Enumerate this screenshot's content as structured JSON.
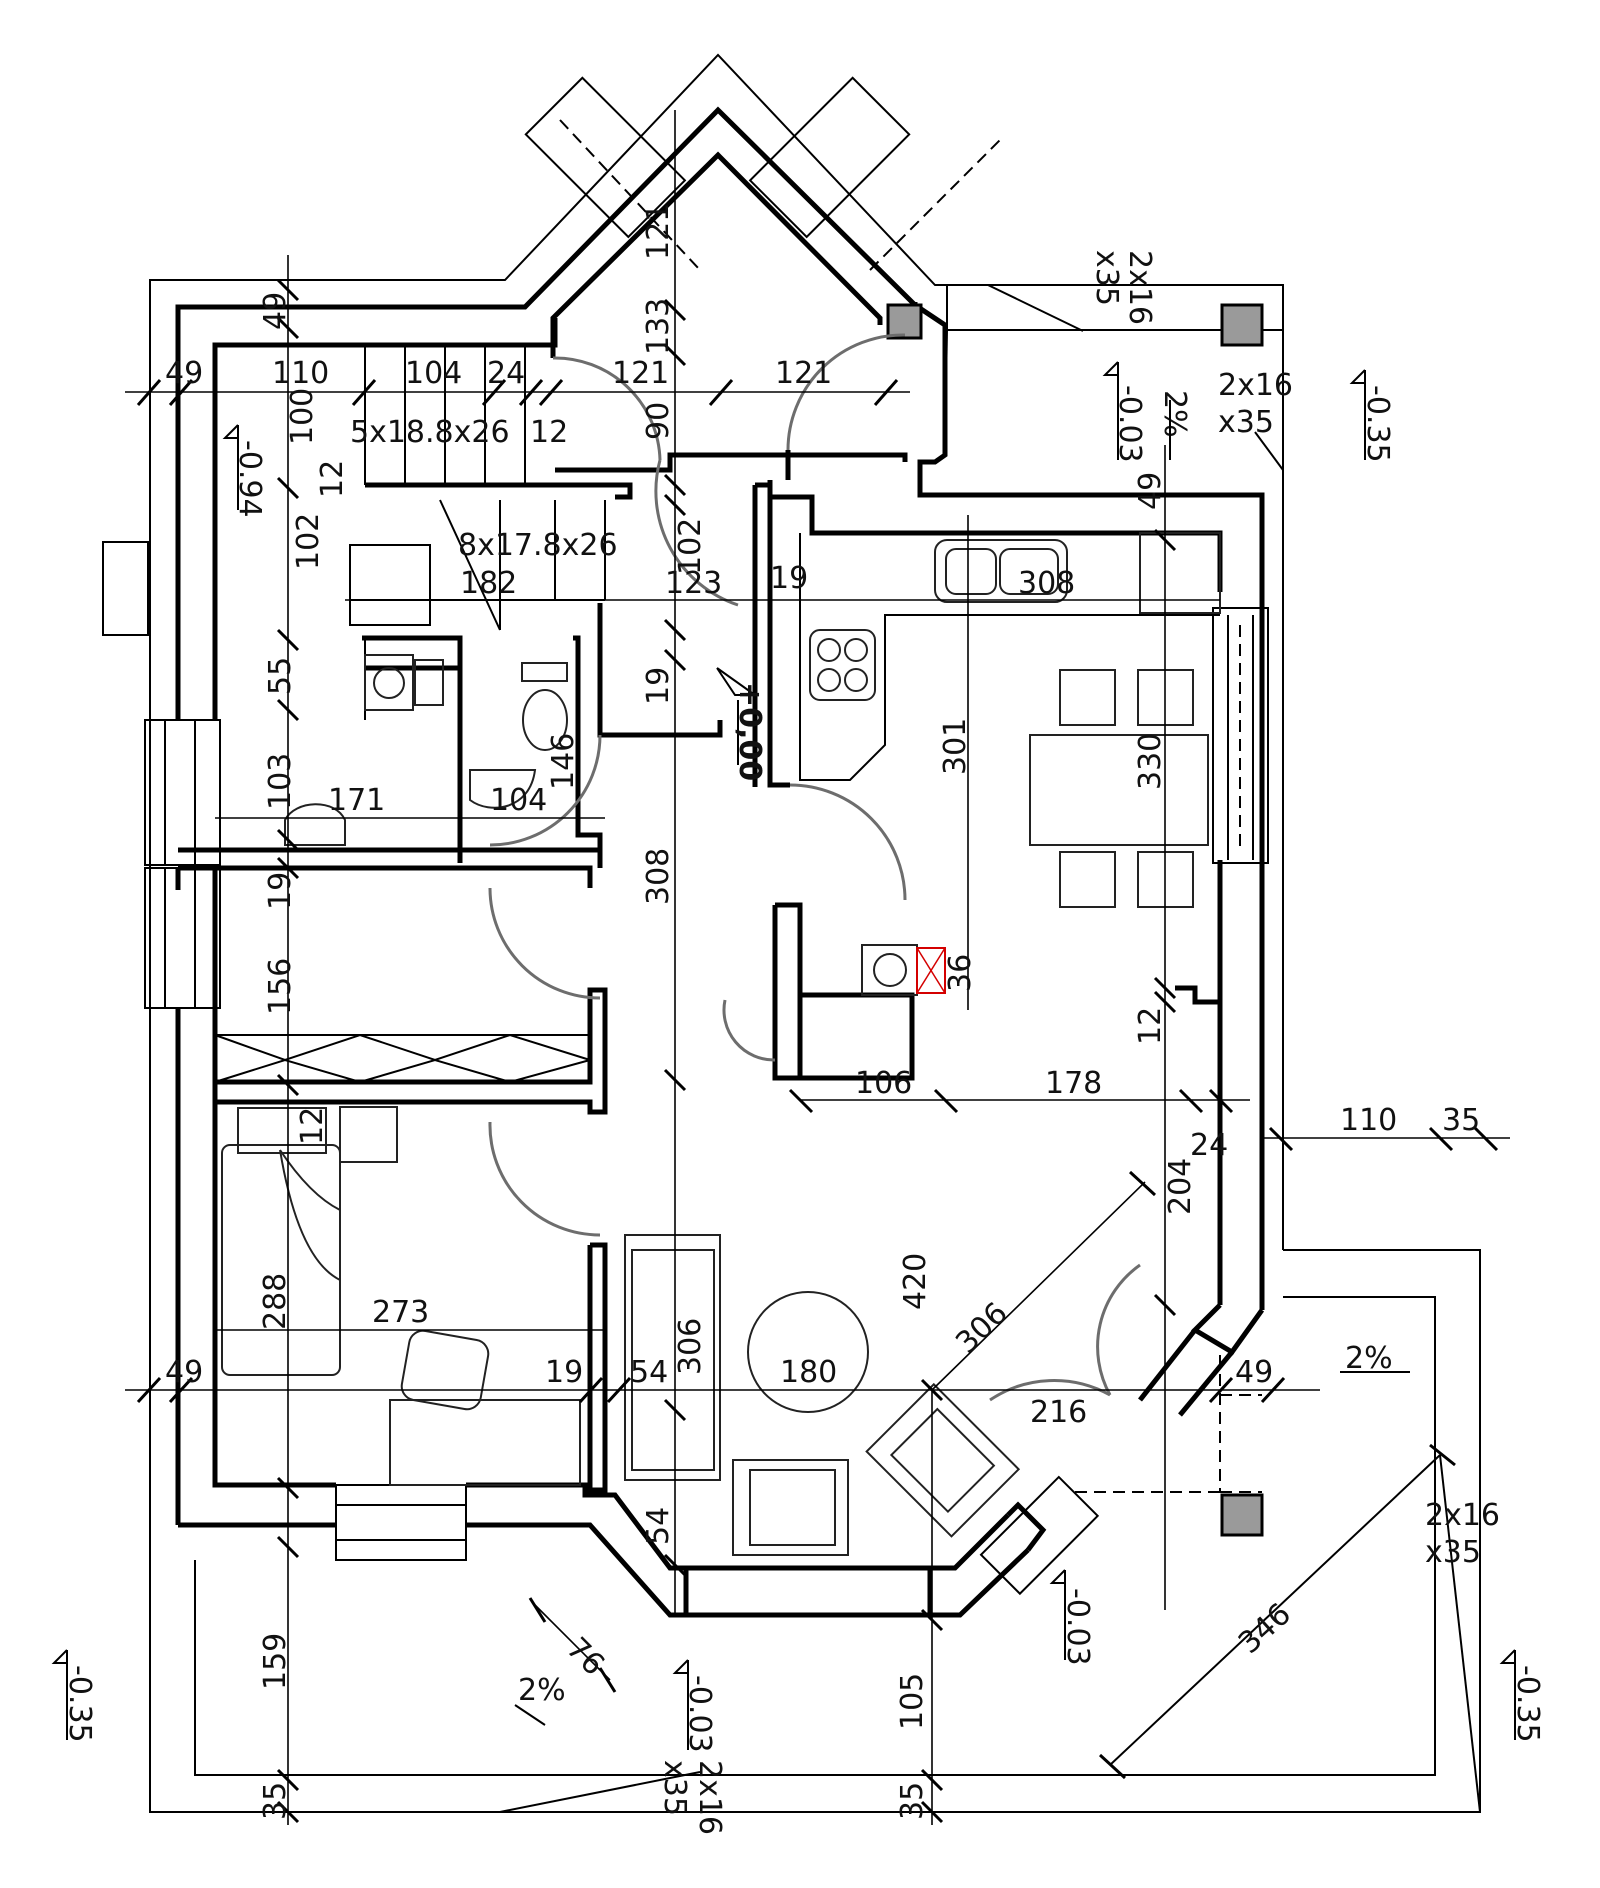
{
  "plan": {
    "dimensions": {
      "d_49_left": "49",
      "d_110_top": "110",
      "d_104_top": "104",
      "d_24_top": "24",
      "d_121_a": "121",
      "d_121_b": "121",
      "d_121_bay": "121",
      "d_133": "133",
      "d_49_top": "49",
      "d_90": "90",
      "d_100": "100",
      "d_12_a": "12",
      "d_12_b": "12",
      "d_102_a": "102",
      "d_102_b": "102",
      "d_182": "182",
      "d_123": "123",
      "d_19_a": "19",
      "d_19_b": "19",
      "d_19_c": "19",
      "d_19_d": "19",
      "d_308_kitchen": "308",
      "d_49_kitchen": "49",
      "d_55": "55",
      "d_103": "103",
      "d_171": "171",
      "d_104_wc": "104",
      "d_146": "146",
      "d_301": "301",
      "d_330": "330",
      "d_308_hall": "308",
      "d_156": "156",
      "d_36": "36",
      "d_12_c": "12",
      "d_12_d": "12",
      "d_106": "106",
      "d_178": "178",
      "d_110_right": "110",
      "d_35_right": "35",
      "d_24_right": "24",
      "d_204": "204",
      "d_288": "288",
      "d_273": "273",
      "d_420": "420",
      "d_306_diag": "306",
      "d_49_bl": "49",
      "d_54_a": "54",
      "d_306_v": "306",
      "d_180": "180",
      "d_216": "216",
      "d_49_br": "49",
      "d_54_b": "54",
      "d_159": "159",
      "d_105": "105",
      "d_76": "76",
      "d_346": "346",
      "d_35_bl": "35",
      "d_35_bc": "35"
    },
    "labels": {
      "stairs_upper": "5x18.8x26",
      "stairs_lower": "8x17.8x26",
      "column_top_a": "2x16",
      "column_top_b": "x35",
      "column_right_a": "2x16",
      "column_right_b": "x35",
      "column_br_a": "2x16",
      "column_br_b": "x35",
      "column_bottom_a": "2x16",
      "column_bottom_b": "x35",
      "slope_top": "2%",
      "slope_right": "2%",
      "slope_bottom": "2%"
    },
    "levels": {
      "stair_level": "-0.94",
      "level_top_terrace": "-0.03",
      "level_top_right": "-0.35",
      "level_zero": "+0,00",
      "level_bottom_terrace": "-0.03",
      "level_entrance": "-0.03",
      "level_left": "-0.35",
      "level_right": "-0.35"
    }
  }
}
